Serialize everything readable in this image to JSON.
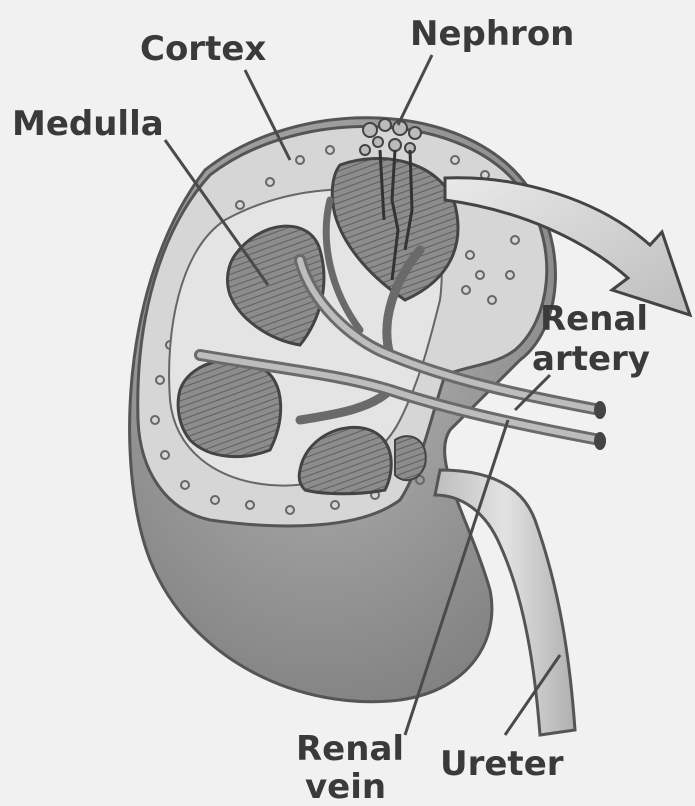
{
  "labels": {
    "cortex": "Cortex",
    "nephron": "Nephron",
    "medulla": "Medulla",
    "renal_artery_1": "Renal",
    "renal_artery_2": "artery",
    "renal_vein_1": "Renal",
    "renal_vein_2": "vein",
    "ureter": "Ureter"
  }
}
